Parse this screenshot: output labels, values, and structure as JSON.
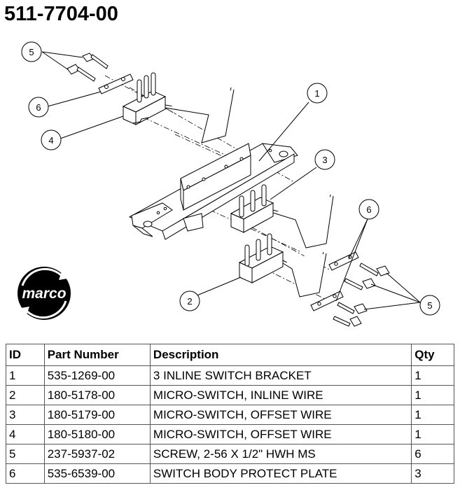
{
  "title": "511-7704-00",
  "callouts": {
    "c1": "1",
    "c2": "2",
    "c3": "3",
    "c4": "4",
    "c5a": "5",
    "c5b": "5",
    "c6a": "6",
    "c6b": "6"
  },
  "logo": {
    "text": "marco",
    "colors": {
      "disk": "#000000",
      "text": "#ffffff"
    }
  },
  "table": {
    "headers": [
      "ID",
      "Part Number",
      "Description",
      "Qty"
    ],
    "rows": [
      [
        "1",
        "535-1269-00",
        "3 INLINE SWITCH BRACKET",
        "1"
      ],
      [
        "2",
        "180-5178-00",
        "MICRO-SWITCH, INLINE WIRE",
        "1"
      ],
      [
        "3",
        "180-5179-00",
        "MICRO-SWITCH, OFFSET WIRE",
        "1"
      ],
      [
        "4",
        "180-5180-00",
        "MICRO-SWITCH, OFFSET WIRE",
        "1"
      ],
      [
        "5",
        "237-5937-02",
        "SCREW, 2-56 X 1/2\" HWH MS",
        "6"
      ],
      [
        "6",
        "535-6539-00",
        "SWITCH BODY PROTECT PLATE",
        "3"
      ]
    ]
  }
}
